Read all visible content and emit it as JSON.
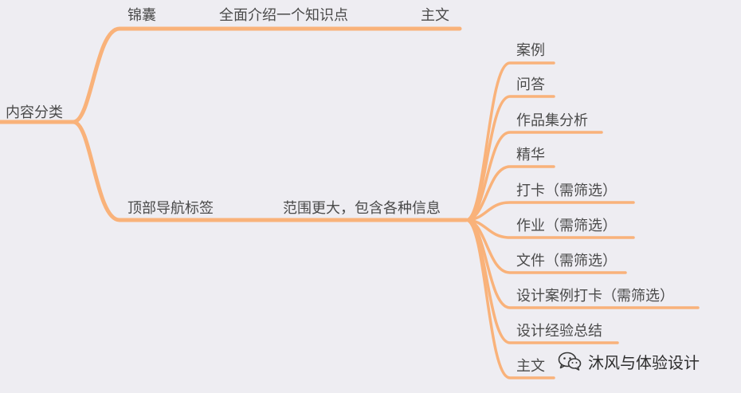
{
  "root": {
    "label": "内容分类"
  },
  "branches": {
    "jinnang": {
      "label": "锦囊",
      "desc": "全面介绍一个知识点",
      "leaf": "主文"
    },
    "top_nav": {
      "label": "顶部导航标签",
      "desc": "范围更大，包含各种信息",
      "children": [
        "案例",
        "问答",
        "作品集分析",
        "精华",
        "打卡（需筛选）",
        "作业（需筛选）",
        "文件（需筛选）",
        "设计案例打卡（需筛选）",
        "设计经验总结",
        "主文"
      ]
    }
  },
  "watermark": {
    "text": "沐风与体验设计",
    "icon": "wechat-icon"
  },
  "colors": {
    "branch": "#f9b27a",
    "background": "#eeedf2",
    "text": "#4a4a4a"
  }
}
